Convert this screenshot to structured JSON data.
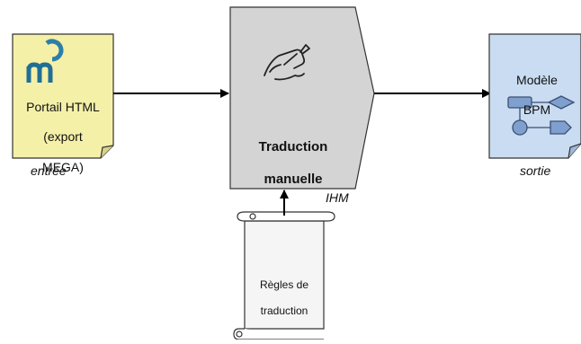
{
  "diagram": {
    "input_doc": {
      "lines": [
        "Portail HTML",
        "(export",
        "MEGA)"
      ],
      "fill": "#f5f0a8"
    },
    "input_caption": "entrée",
    "process": {
      "lines": [
        "Traduction",
        "manuelle"
      ],
      "fill": "#d4d4d4",
      "icon": "writing-hand-icon"
    },
    "interface_label": "IHM",
    "rules_doc": {
      "lines": [
        "Règles de",
        "traduction"
      ]
    },
    "output_doc": {
      "lines": [
        "Modèle",
        "BPM"
      ],
      "fill": "#c9dcf2",
      "icon": "bpm-model-icon"
    },
    "output_caption": "sortie"
  }
}
